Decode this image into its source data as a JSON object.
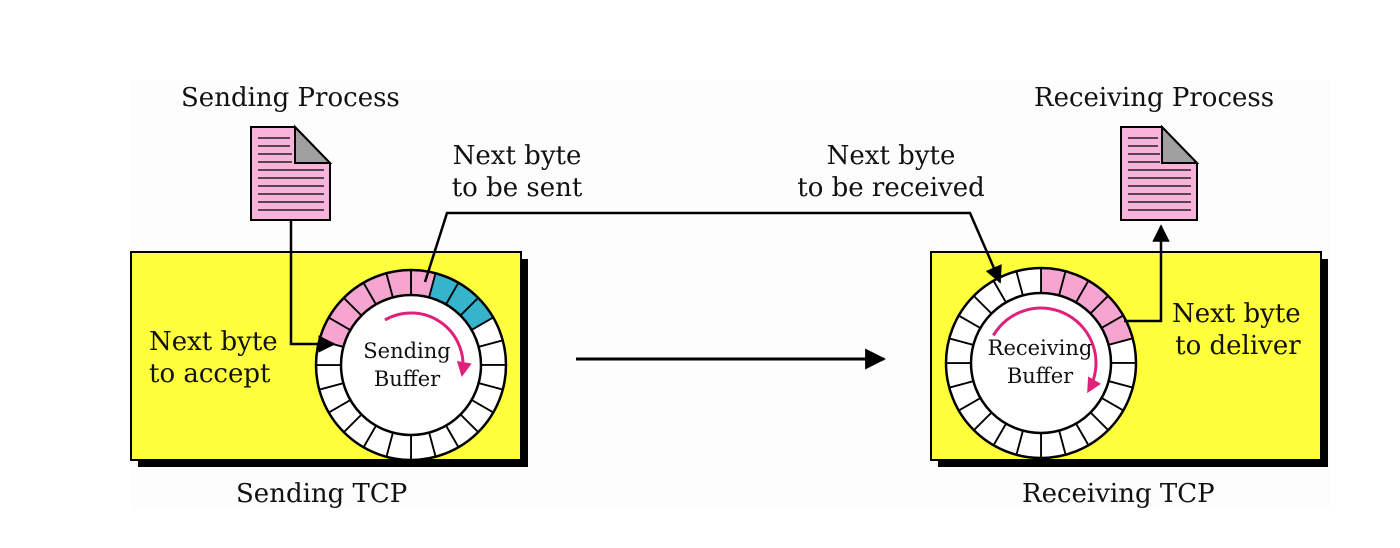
{
  "sender": {
    "process_label": "Sending Process",
    "tcp_label": "Sending TCP",
    "buffer_label_line1": "Sending",
    "buffer_label_line2": "Buffer",
    "accept_line1": "Next byte",
    "accept_line2": "to accept",
    "sent_line1": "Next byte",
    "sent_line2": "to be sent"
  },
  "receiver": {
    "process_label": "Receiving Process",
    "tcp_label": "Receiving TCP",
    "buffer_label_line1": "Receiving",
    "buffer_label_line2": "Buffer",
    "received_line1": "Next byte",
    "received_line2": "to be received",
    "deliver_line1": "Next byte",
    "deliver_line2": "to deliver"
  },
  "colors": {
    "tcp_box": "#ffff3c",
    "shadow": "#000000",
    "pink": "#f5a5cf",
    "blue": "#36b4cc",
    "white": "#ffffff",
    "arrow_magenta": "#e0207a",
    "document": "#f7b3d9"
  }
}
